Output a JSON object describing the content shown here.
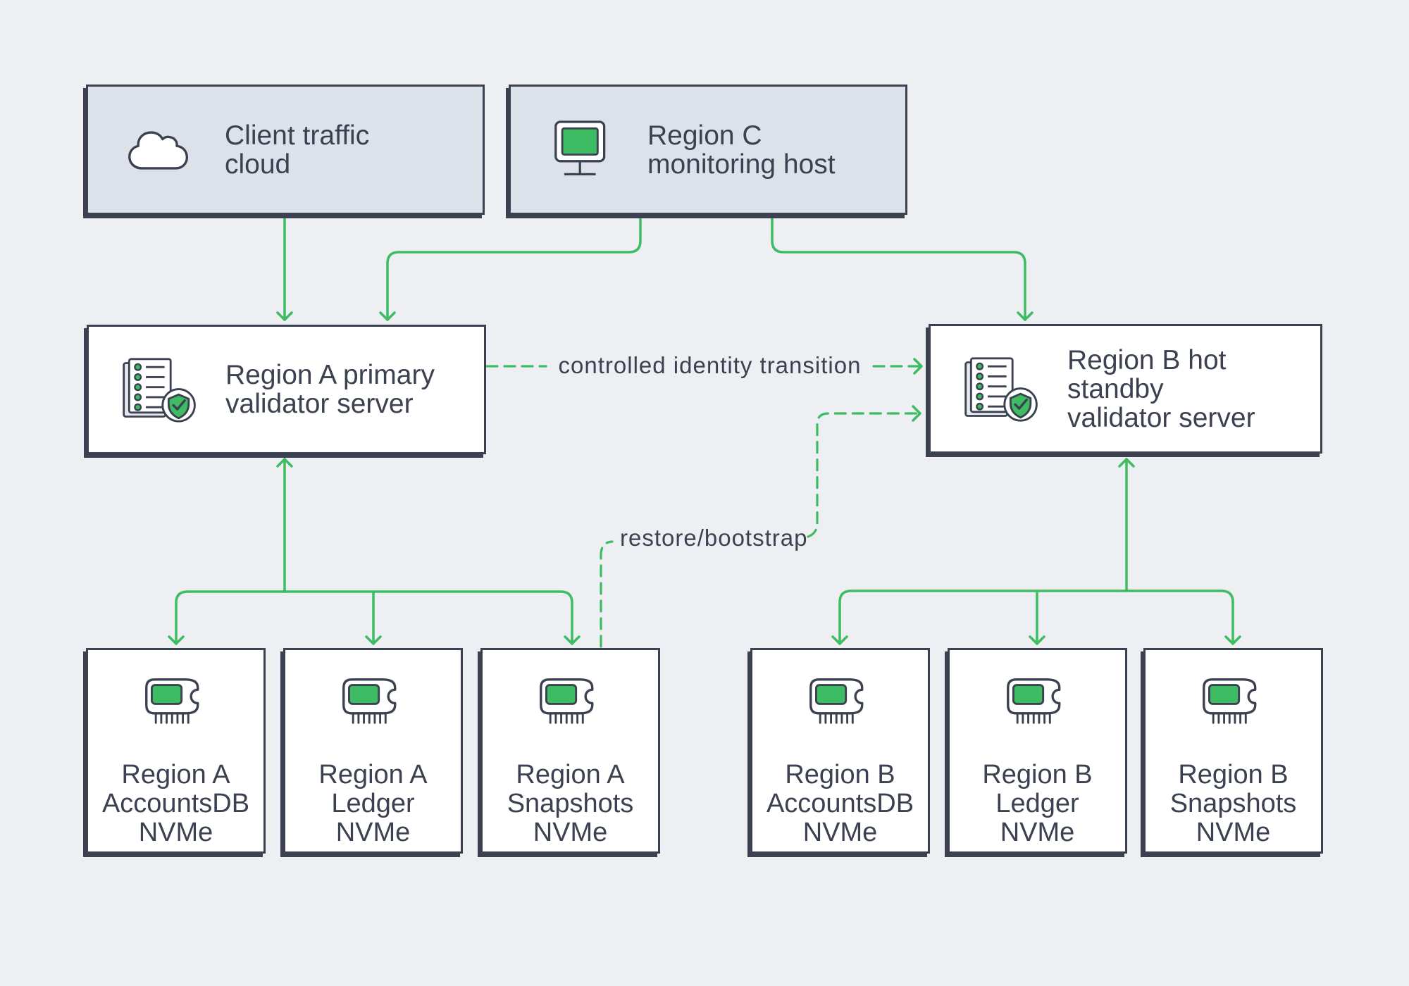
{
  "theme": {
    "background": "#edeff3",
    "node_fill": "#ffffff",
    "node_fill_muted": "#dde2ea",
    "outline": "#3b4150",
    "text": "#3b4150",
    "accent_green": "#3dbc63",
    "icon_shadow_fill": "#e8eaef"
  },
  "nodes": {
    "client_cloud": {
      "label": "Client traffic\ncloud",
      "icon": "cloud-icon"
    },
    "monitoring_host": {
      "label": "Region C\nmonitoring host",
      "icon": "monitor-icon"
    },
    "validator_primary": {
      "label": "Region A primary\nvalidator server",
      "icon": "validator-ledger-shield-icon"
    },
    "validator_standby": {
      "label": "Region B hot standby\nvalidator server",
      "icon": "validator-ledger-shield-icon"
    },
    "storage": [
      {
        "label": "Region A\nAccountsDB\nNVMe",
        "icon": "memory-chip-icon"
      },
      {
        "label": "Region A\nLedger\nNVMe",
        "icon": "memory-chip-icon"
      },
      {
        "label": "Region A\nSnapshots\nNVMe",
        "icon": "memory-chip-icon"
      },
      {
        "label": "Region B\nAccountsDB\nNVMe",
        "icon": "memory-chip-icon"
      },
      {
        "label": "Region B\nLedger\nNVMe",
        "icon": "memory-chip-icon"
      },
      {
        "label": "Region B\nSnapshots\nNVMe",
        "icon": "memory-chip-icon"
      }
    ]
  },
  "edge_labels": {
    "identity": "controlled identity transition",
    "restore": "restore/bootstrap"
  }
}
